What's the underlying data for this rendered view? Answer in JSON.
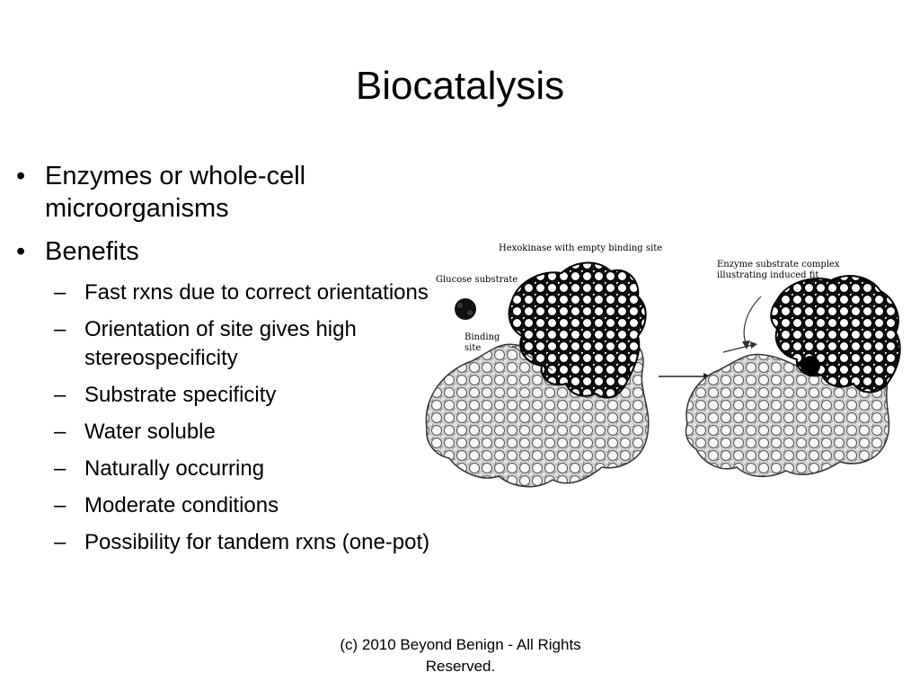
{
  "title": "Biocatalysis",
  "bullets": [
    {
      "level": 1,
      "text": "Enzymes or whole-cell microorganisms"
    },
    {
      "level": 1,
      "text": "Benefits"
    },
    {
      "level": 2,
      "text": "Fast rxns due to correct orientations"
    },
    {
      "level": 2,
      "text": "Orientation of site gives high stereospecificity"
    },
    {
      "level": 2,
      "text": "Substrate specificity"
    },
    {
      "level": 2,
      "text": "Water soluble"
    },
    {
      "level": 2,
      "text": "Naturally occurring"
    },
    {
      "level": 2,
      "text": "Moderate conditions"
    },
    {
      "level": 2,
      "text": "Possibility for tandem rxns (one-pot)"
    }
  ],
  "markers": {
    "level1": "•",
    "level2": "–"
  },
  "figure": {
    "label_hexokinase": "Hexokinase with empty binding site",
    "label_glucose": "Glucose substrate",
    "label_binding": "Binding site",
    "label_complex": "Enzyme substrate complex illustrating induced fit"
  },
  "footer": "(c) 2010 Beyond Benign - All Rights Reserved."
}
